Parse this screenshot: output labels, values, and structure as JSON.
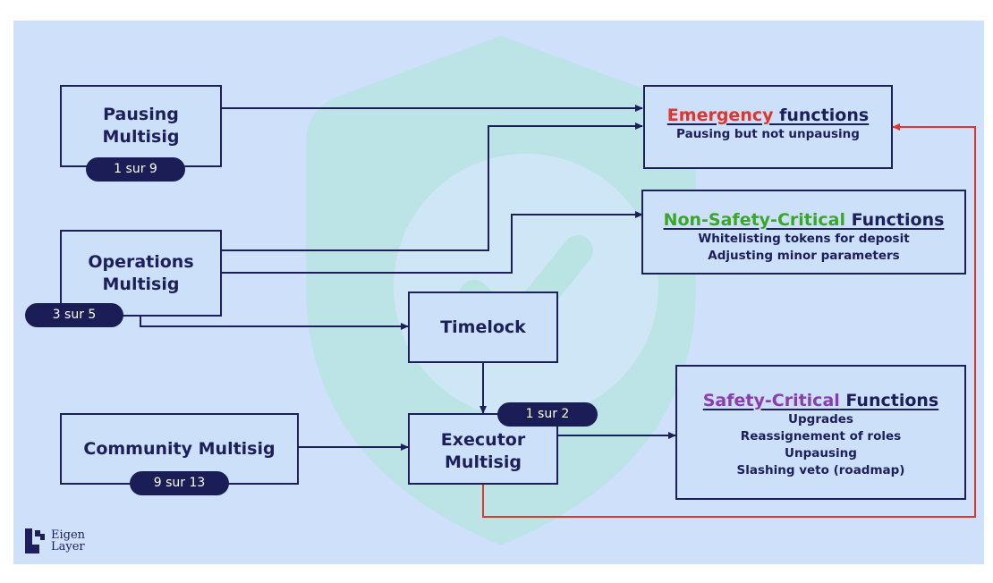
{
  "diagram": {
    "pausing": {
      "label": "Pausing Multisig",
      "pill": "1 sur 9"
    },
    "operations": {
      "label": "Operations Multisig",
      "pill": "3 sur 5"
    },
    "timelock": {
      "label": "Timelock"
    },
    "community": {
      "label": "Community Multisig",
      "pill": "9 sur 13"
    },
    "executor": {
      "label": "Executor Multisig",
      "pill": "1 sur 2"
    },
    "emergency": {
      "title_accent": "Emergency",
      "title_rest": " functions",
      "accent_color": "#e1342b",
      "lines": [
        "Pausing but not unpausing"
      ]
    },
    "non_safety": {
      "title_accent": "Non-Safety-Critical",
      "title_rest": " Functions",
      "accent_color": "#3aa62a",
      "lines": [
        "Whitelisting tokens for deposit",
        "Adjusting minor parameters"
      ]
    },
    "safety": {
      "title_accent": "Safety-Critical",
      "title_rest": " Functions",
      "accent_color": "#8a3db3",
      "lines": [
        "Upgrades",
        "Reassignement of roles",
        "Unpausing",
        "Slashing veto (roadmap)"
      ]
    }
  },
  "brand": {
    "line1": "Eigen",
    "line2": "Layer"
  },
  "colors": {
    "navy": "#1d1f5c",
    "red_wire": "#e1342b",
    "background": "#cfe0fb"
  }
}
